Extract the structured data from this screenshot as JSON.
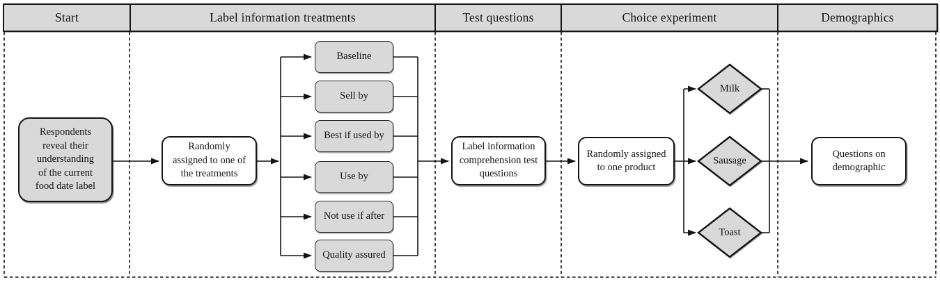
{
  "header": {
    "columns": [
      "Start",
      "Label information treatments",
      "Test questions",
      "Choice experiment",
      "Demographics"
    ]
  },
  "nodes": {
    "respondents": "Respondents\nreveal their\nunderstanding\nof the current\nfood date label",
    "assign_treatment": "Randomly\nassigned to one of\nthe treatments",
    "treatments": [
      "Baseline",
      "Sell by",
      "Best if used by",
      "Use by",
      "Not use if after",
      "Quality assured"
    ],
    "test_questions": "Label information\ncomprehension test\nquestions",
    "assign_product": "Randomly assigned\nto one product",
    "products": [
      "Milk",
      "Sausage",
      "Toast"
    ],
    "demographics": "Questions on\ndemographic"
  },
  "colors": {
    "node_fill": "#d9d9d9",
    "header_fill": "#d9d9d9",
    "white_fill": "#ffffff",
    "line": "#141414",
    "background": "#ffffff"
  }
}
